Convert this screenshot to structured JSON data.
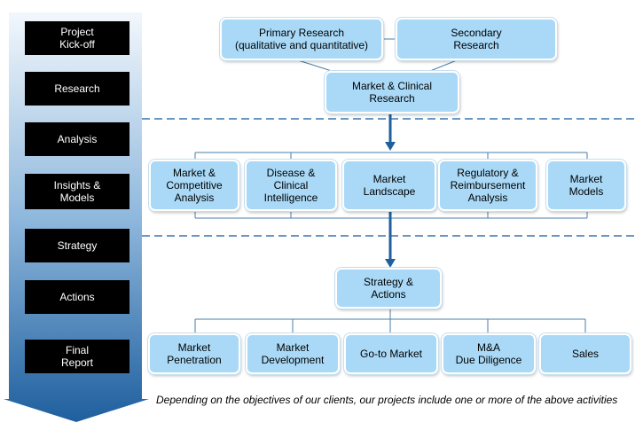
{
  "stages": [
    "Project\nKick-off",
    "Research",
    "Analysis",
    "Insights &\nModels",
    "Strategy",
    "Actions",
    "Final\nReport"
  ],
  "research": {
    "primary": "Primary Research\n(qualitative and quantitative)",
    "secondary": "Secondary\nResearch",
    "combined": "Market & Clinical\nResearch"
  },
  "analysis": [
    "Market &\nCompetitive\nAnalysis",
    "Disease &\nClinical\nIntelligence",
    "Market\nLandscape",
    "Regulatory &\nReimbursement\nAnalysis",
    "Market\nModels"
  ],
  "strategy": "Strategy &\nActions",
  "actions": [
    "Market\nPenetration",
    "Market\nDevelopment",
    "Go-to Market",
    "M&A\nDue Diligence",
    "Sales"
  ],
  "footnote": "Depending on the objectives of our clients, our projects include one or more of the above activities",
  "colors": {
    "box_fill": "#a9d9f7",
    "arrow_dark": "#1f5f9e",
    "arrow_light": "#eaf3fb",
    "connector": "#4a7ea8",
    "dash": "#3a74b0"
  }
}
